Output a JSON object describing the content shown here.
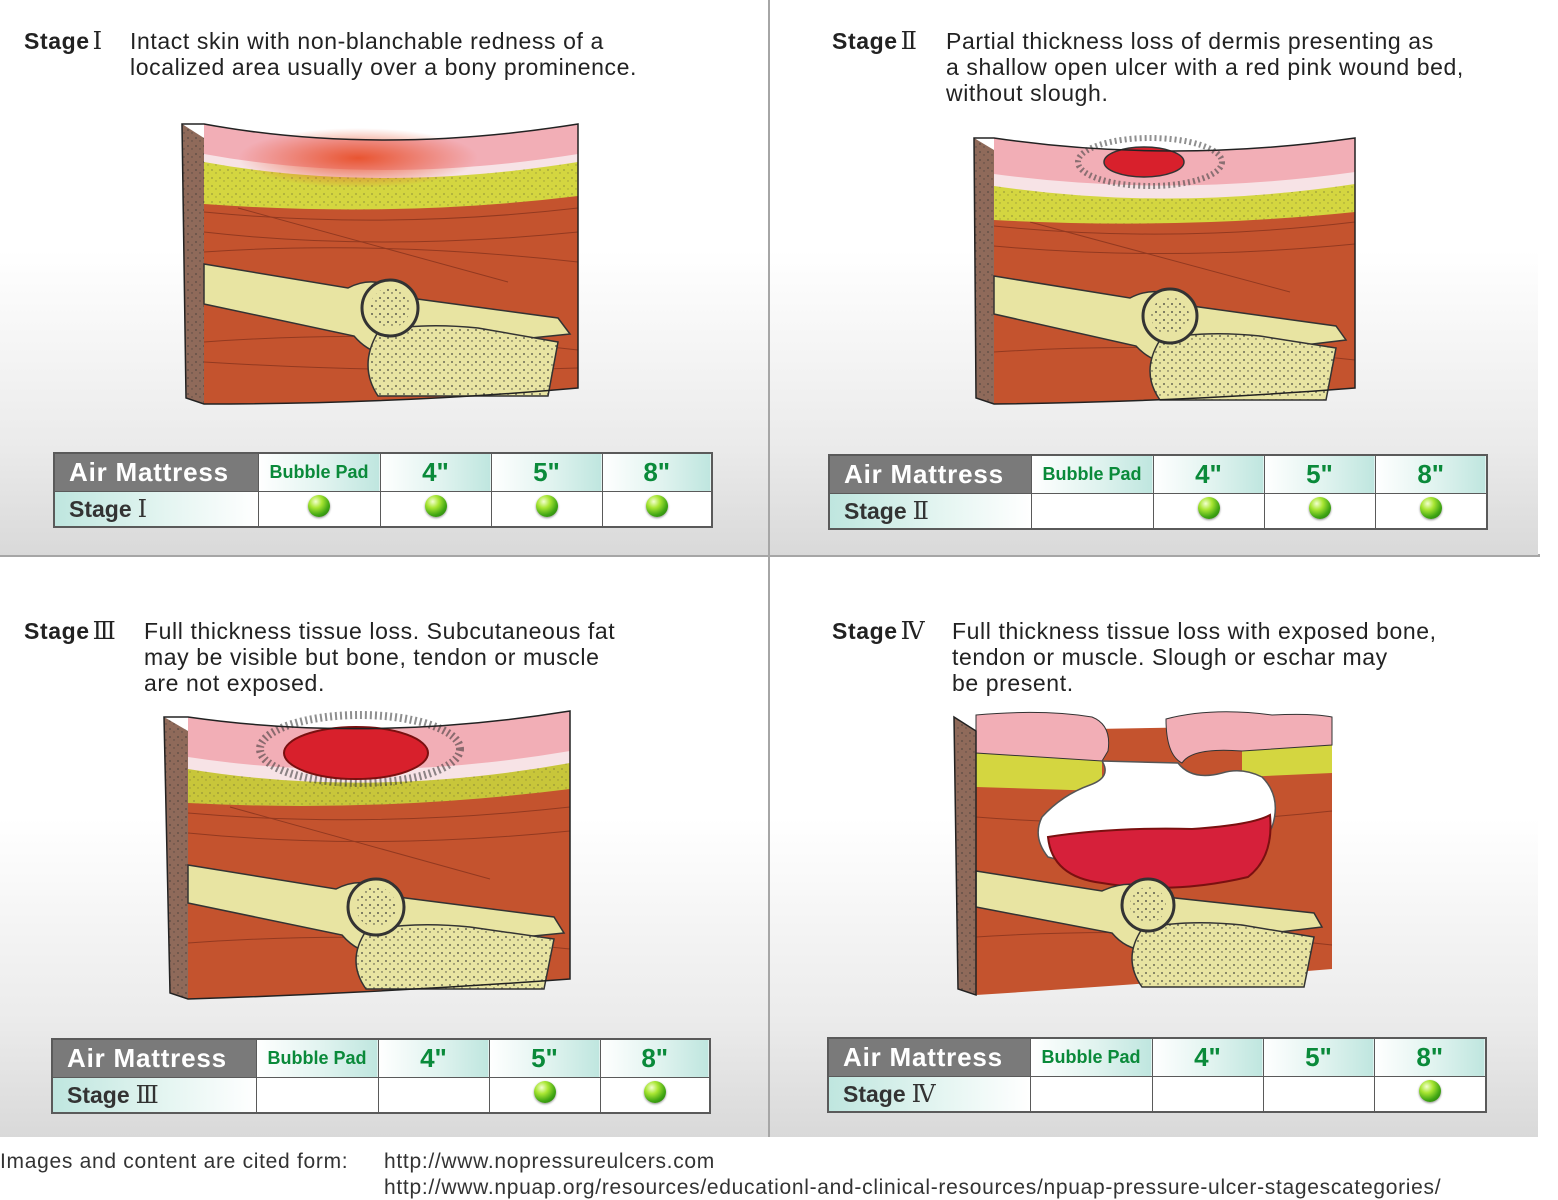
{
  "stages": [
    {
      "stage_word": "Stage",
      "roman": "Ⅰ",
      "description_lines": [
        "Intact skin with non-blanchable redness of a",
        "localized area usually over a bony prominence."
      ],
      "table": {
        "header": "Air Mattress",
        "options": [
          "Bubble Pad",
          "4\"",
          "5\"",
          "8\""
        ],
        "row_label": "Stage",
        "row_roman": "Ⅰ",
        "recommended": [
          true,
          true,
          true,
          true
        ]
      }
    },
    {
      "stage_word": "Stage",
      "roman": "Ⅱ",
      "description_lines": [
        "Partial thickness loss of dermis presenting as",
        "a shallow open ulcer with a red pink wound bed,",
        "without slough."
      ],
      "table": {
        "header": "Air Mattress",
        "options": [
          "Bubble Pad",
          "4\"",
          "5\"",
          "8\""
        ],
        "row_label": "Stage",
        "row_roman": "Ⅱ",
        "recommended": [
          false,
          true,
          true,
          true
        ]
      }
    },
    {
      "stage_word": "Stage",
      "roman": "Ⅲ",
      "description_lines": [
        "Full thickness tissue loss. Subcutaneous fat",
        "may be visible but bone, tendon or muscle",
        "are not exposed."
      ],
      "table": {
        "header": "Air Mattress",
        "options": [
          "Bubble Pad",
          "4\"",
          "5\"",
          "8\""
        ],
        "row_label": "Stage",
        "row_roman": "Ⅲ",
        "recommended": [
          false,
          false,
          true,
          true
        ]
      }
    },
    {
      "stage_word": "Stage",
      "roman": "Ⅳ",
      "description_lines": [
        "Full thickness tissue loss with exposed bone,",
        "tendon or muscle. Slough or eschar may",
        "be present."
      ],
      "table": {
        "header": "Air Mattress",
        "options": [
          "Bubble Pad",
          "4\"",
          "5\"",
          "8\""
        ],
        "row_label": "Stage",
        "row_roman": "Ⅳ",
        "recommended": [
          false,
          false,
          false,
          true
        ]
      }
    }
  ],
  "footer": {
    "label": "Images and content are cited form:",
    "urls": [
      "http://www.nopressureulcers.com",
      "http://www.npuap.org/resources/educationl-and-clinical-resources/npuap-pressure-ulcer-stagescategories/"
    ]
  },
  "colors": {
    "header_bg": "#7a7a7a",
    "option_text": "#0a8a3a",
    "option_bg_accent": "#bfe6df",
    "divider": "#a6a6a6",
    "skin": "#f2aeb6",
    "fat": "#d4d640",
    "muscle": "#c4532e",
    "bone": "#e8e4a2",
    "wound": "#d8202c",
    "indicator": "#3fa513"
  },
  "icons": {
    "recommended_marker": "green-dot-icon"
  }
}
